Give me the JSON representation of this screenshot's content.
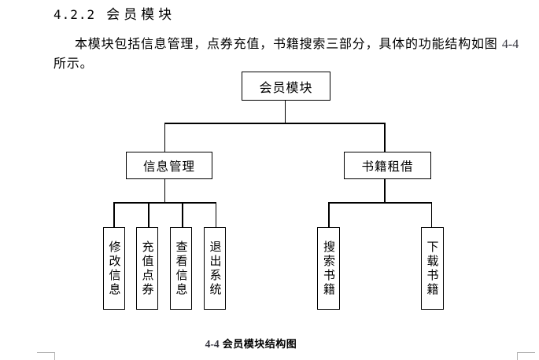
{
  "page": {
    "heading_number": "4.2.2",
    "heading_title": "会员模块",
    "para": {
      "line1": "本模块包括信息管理，点券充值，书籍搜索三部分，具体的功能结构如图",
      "line1_ref": "4-4",
      "line2": "所示。"
    },
    "caption": {
      "ref": "4-4",
      "text": "会员模块结构图"
    }
  },
  "diagram": {
    "root": "会员模块",
    "branches": [
      {
        "label": "信息管理",
        "children": [
          "修改信息",
          "充值点券",
          "查看信息",
          "退出系统"
        ]
      },
      {
        "label": "书籍租借",
        "children": [
          "搜索书籍",
          "下载书籍"
        ]
      }
    ]
  },
  "colors": {
    "line": "#000000",
    "text": "#000000",
    "boundary_mark": "#b3b3b3"
  }
}
